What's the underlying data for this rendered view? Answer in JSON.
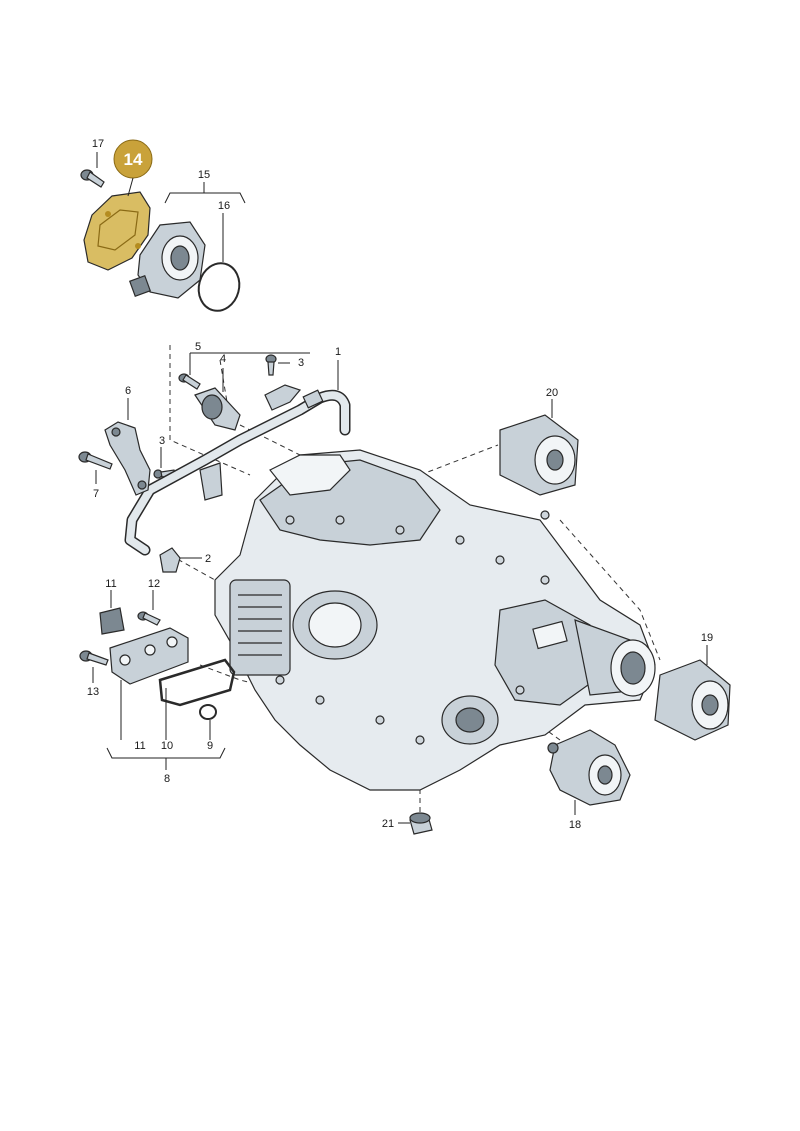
{
  "diagram": {
    "highlight_color": "#c9a23a",
    "labels": {
      "p1": "1",
      "p2": "2",
      "p3a": "3",
      "p3b": "3",
      "p4": "4",
      "p5": "5",
      "p6": "6",
      "p7": "7",
      "p8": "8",
      "p9": "9",
      "p10": "10",
      "p11a": "11",
      "p11b": "11",
      "p12": "12",
      "p13": "13",
      "p14": "14",
      "p15": "15",
      "p16": "16",
      "p17": "17",
      "p18": "18",
      "p19": "19",
      "p20": "20",
      "p21": "21"
    }
  }
}
